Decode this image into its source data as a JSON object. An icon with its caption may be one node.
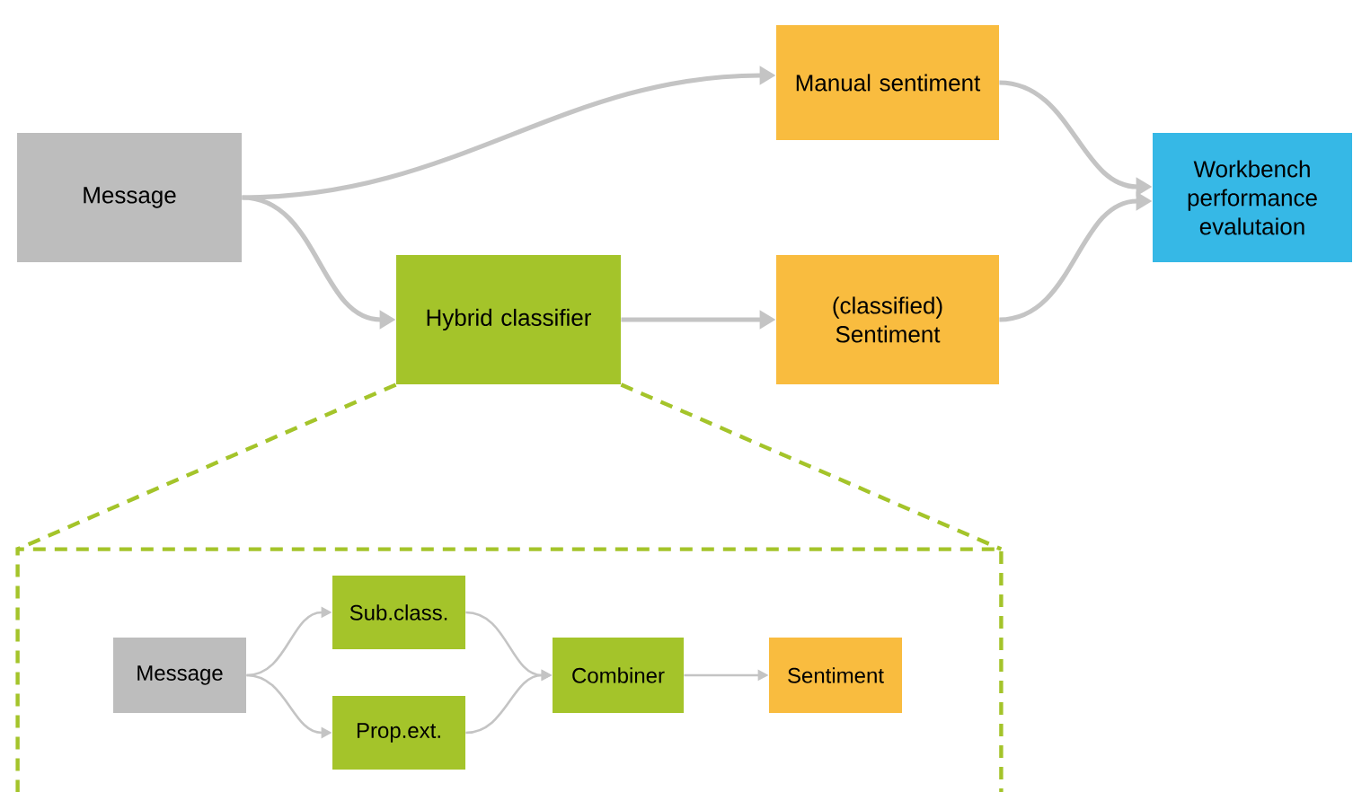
{
  "diagram": {
    "nodes": [
      {
        "text": [
          "Message"
        ]
      },
      {
        "text": [
          "Manual sentiment"
        ]
      },
      {
        "text": [
          "Hybrid classifier"
        ]
      },
      {
        "text": [
          "(classified) Sentiment"
        ]
      },
      {
        "text": [
          "Workbench performance evalutaion"
        ]
      },
      {
        "text": [],
        "shape": "box"
      },
      {
        "text": [
          "Message"
        ],
        "in": 5
      },
      {
        "text": [
          "Sub.class."
        ],
        "in": 5
      },
      {
        "text": [
          "Prop.ext."
        ],
        "in": 5
      },
      {
        "text": [
          "Combiner"
        ],
        "in": 5
      },
      {
        "text": [
          "Sentiment"
        ],
        "in": 5
      }
    ],
    "edges": [
      {
        "from": 0,
        "to": 1,
        "arrow": "to"
      },
      {
        "from": 0,
        "to": 2,
        "arrow": "to"
      },
      {
        "from": 2,
        "to": 3,
        "arrow": "to"
      },
      {
        "from": 1,
        "to": 4,
        "arrow": "to"
      },
      {
        "from": 3,
        "to": 4,
        "arrow": "to"
      },
      {
        "from": 2,
        "to": 5,
        "arrow": "none",
        "style": "dashed",
        "color": "#a4c42a"
      },
      {
        "from": 2,
        "to": 5,
        "arrow": "none",
        "style": "dashed",
        "color": "#a4c42a"
      },
      {
        "from": 6,
        "to": 7,
        "arrow": "to"
      },
      {
        "from": 6,
        "to": 8,
        "arrow": "to"
      },
      {
        "from": 7,
        "to": 9,
        "arrow": "to"
      },
      {
        "from": 8,
        "to": 9,
        "arrow": "to"
      },
      {
        "from": 9,
        "to": 10,
        "arrow": "to"
      }
    ]
  }
}
